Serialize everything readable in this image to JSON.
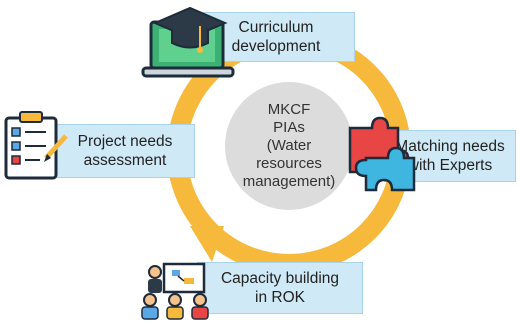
{
  "center": {
    "lines": [
      "MKCF",
      "PIAs",
      "(Water",
      "resources",
      "management)"
    ]
  },
  "steps": [
    {
      "lines": [
        "Curriculum",
        "development"
      ]
    },
    {
      "lines": [
        "Matching needs",
        "with Experts"
      ]
    },
    {
      "lines": [
        "Capacity building",
        "in ROK"
      ]
    },
    {
      "lines": [
        "Project needs",
        "assessment"
      ]
    }
  ],
  "colors": {
    "box_fill": "#cfe9f6",
    "box_border": "#a9d3ea",
    "cycle_arrow": "#f6b93b",
    "center_circle": "#dcdcdc"
  },
  "icons": {
    "step0": "graduation-laptop-icon",
    "step1": "puzzle-pieces-icon",
    "step2": "presentation-audience-icon",
    "step3": "checklist-clipboard-icon"
  }
}
